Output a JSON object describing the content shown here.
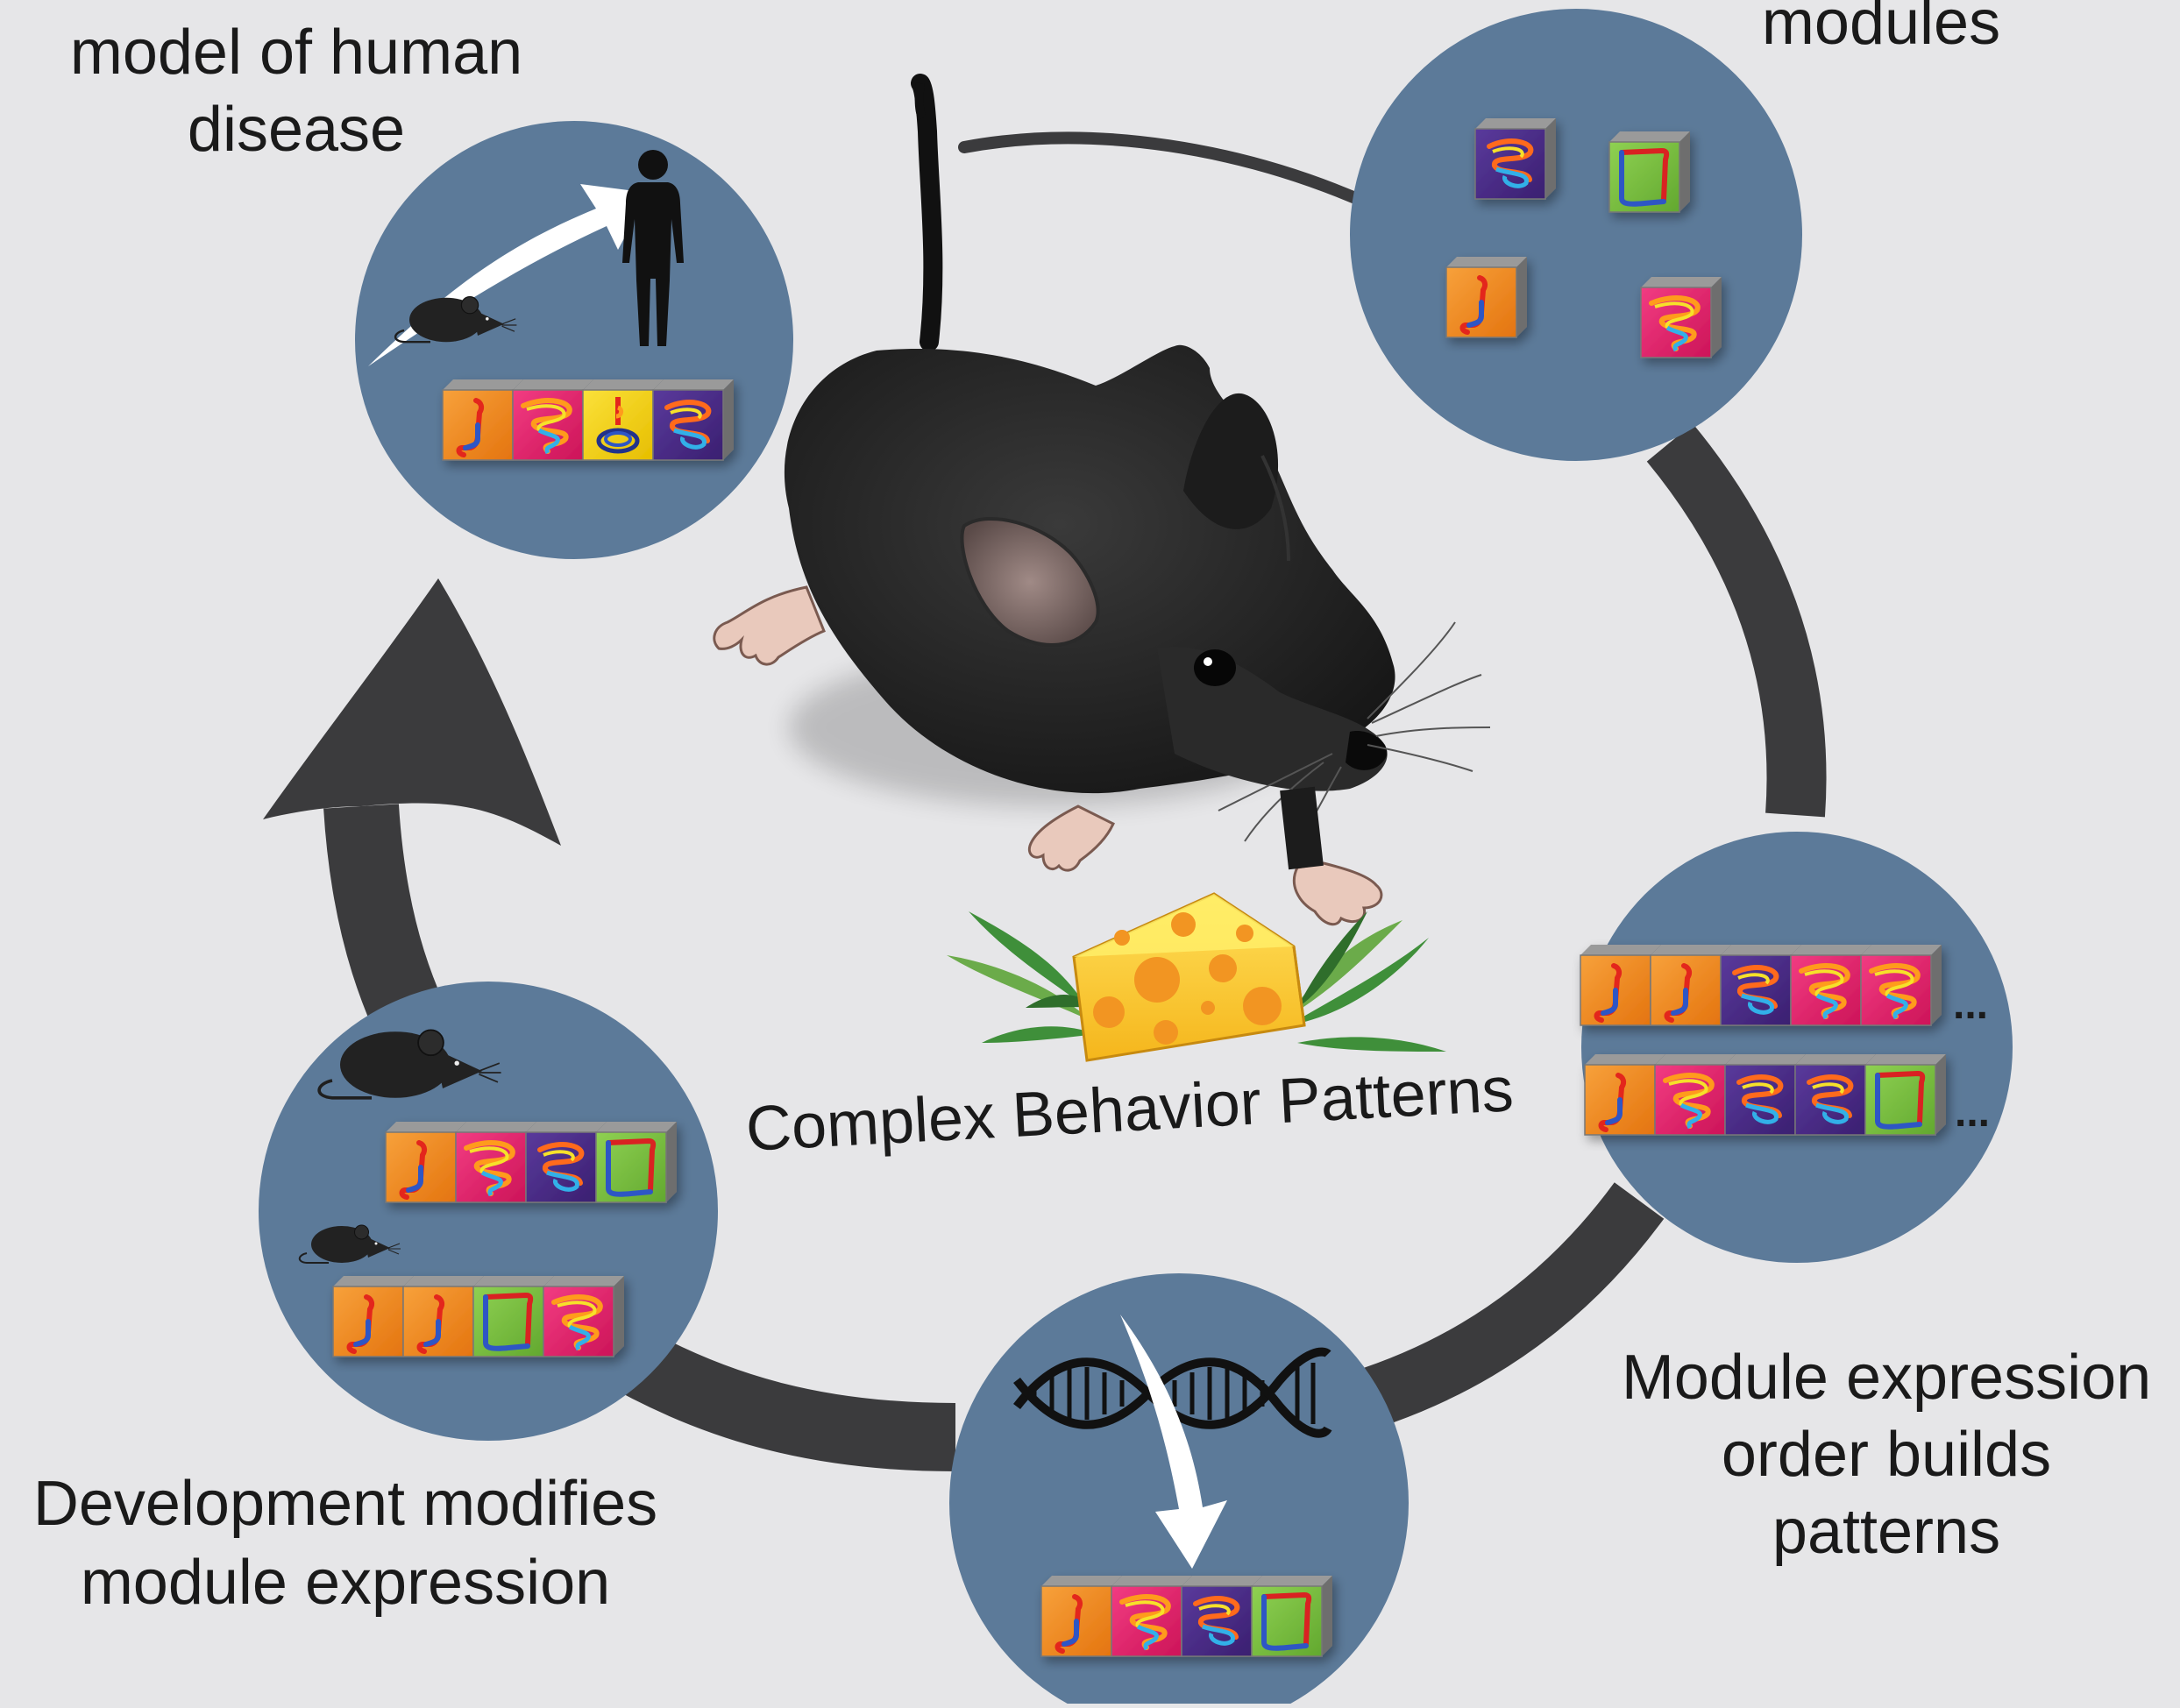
{
  "labels": {
    "top_left_line1": "model of  human",
    "top_left_line2": "disease",
    "top_right": "modules",
    "center": "Complex Behavior Patterns",
    "right_line1": "Module expression",
    "right_line2": "order builds",
    "right_line3": "patterns",
    "bottom_left_line1": "Development modifies",
    "bottom_left_line2": "module expression",
    "ellipsis": "..."
  },
  "colors": {
    "background": "#e6e6e8",
    "node_circle": "#5c7a99",
    "cycle_arrow": "#3b3b3d",
    "mouse": "#262626",
    "module_orange": "#f08a1c",
    "module_pink": "#e8246e",
    "module_purple": "#4b2a86",
    "module_green": "#7cc242",
    "module_yellow": "#f5d20a",
    "cheese": "#ffd13a",
    "grass": "#3f8f3a"
  },
  "icons": [
    "mouse-illustration",
    "human-silhouette",
    "white-arrow",
    "dna-helix-icon",
    "cheese-icon",
    "grass-icon",
    "module-cube-icon"
  ],
  "nodes": [
    {
      "name": "model-of-human-disease",
      "modules": [
        "orange",
        "pink",
        "yellow",
        "purple"
      ]
    },
    {
      "name": "modules",
      "modules": [
        "purple",
        "green",
        "orange",
        "pink"
      ]
    },
    {
      "name": "module-expression-order",
      "rows": [
        [
          "orange",
          "orange",
          "purple",
          "pink",
          "pink"
        ],
        [
          "orange",
          "pink",
          "purple",
          "purple",
          "green"
        ]
      ]
    },
    {
      "name": "genetics",
      "modules": [
        "orange",
        "pink",
        "purple",
        "green"
      ]
    },
    {
      "name": "development",
      "rows": [
        [
          "orange",
          "pink",
          "purple",
          "green"
        ],
        [
          "orange",
          "orange",
          "green",
          "pink"
        ]
      ]
    }
  ]
}
